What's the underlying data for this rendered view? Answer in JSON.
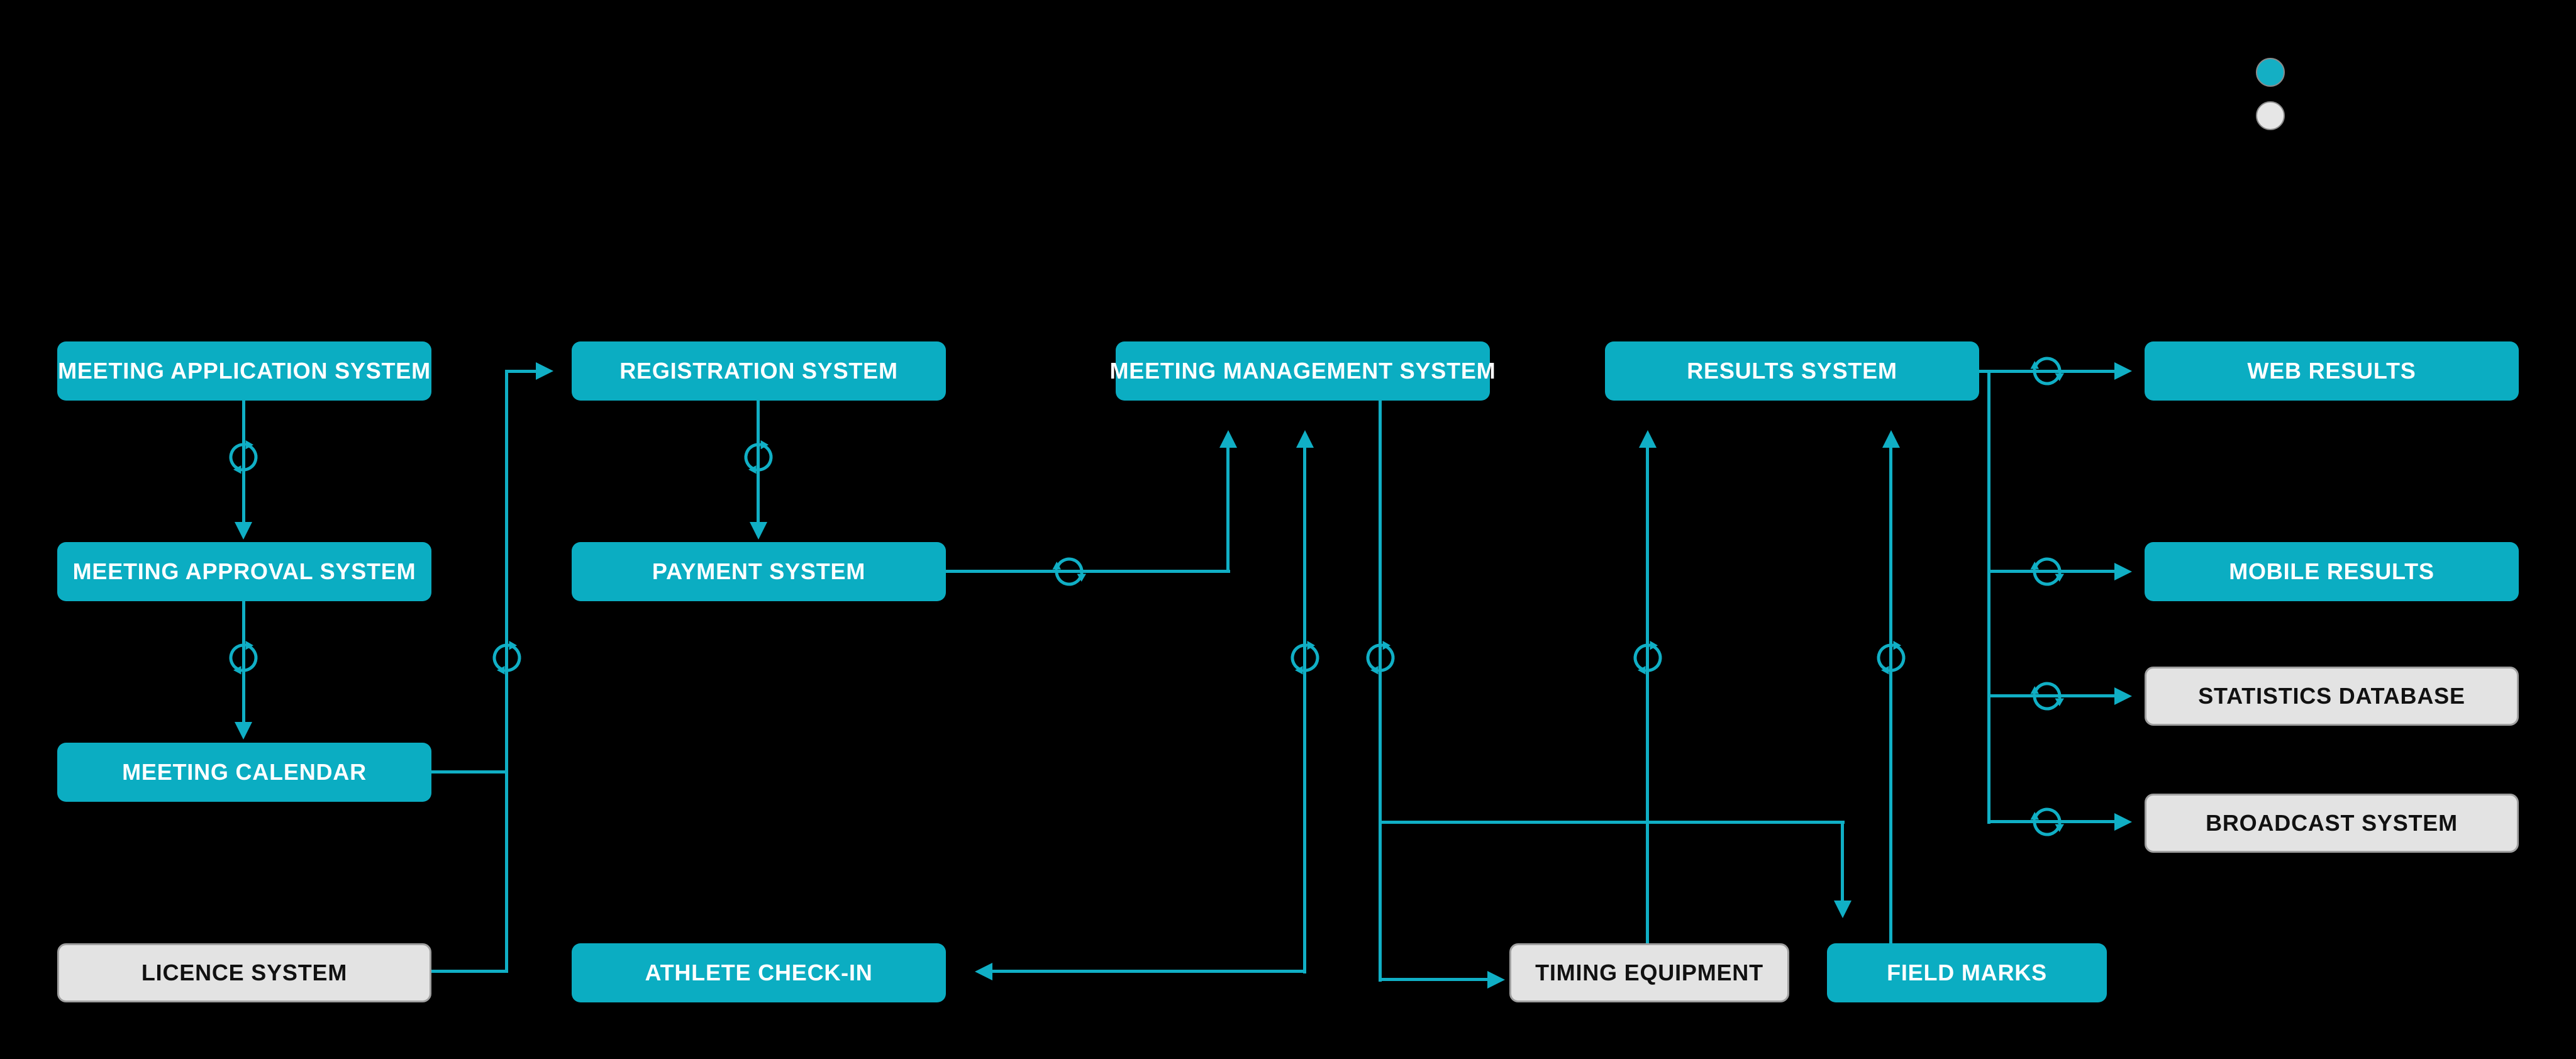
{
  "canvas": {
    "background": "#000000",
    "accent_color": "#10AFC5"
  },
  "legend": {
    "dots": [
      {
        "name": "teal-dot",
        "color": "#14AFC4"
      },
      {
        "name": "gray-dot",
        "color": "#E6E6E6"
      }
    ]
  },
  "nodes": [
    {
      "id": "meeting-application-system",
      "label": "MEETING APPLICATION SYSTEM",
      "style": "teal"
    },
    {
      "id": "registration-system",
      "label": "REGISTRATION SYSTEM",
      "style": "teal"
    },
    {
      "id": "meeting-management-system",
      "label": "MEETING MANAGEMENT SYSTEM",
      "style": "teal"
    },
    {
      "id": "results-system",
      "label": "RESULTS SYSTEM",
      "style": "teal"
    },
    {
      "id": "web-results",
      "label": "WEB RESULTS",
      "style": "teal"
    },
    {
      "id": "meeting-approval-system",
      "label": "MEETING APPROVAL SYSTEM",
      "style": "teal"
    },
    {
      "id": "payment-system",
      "label": "PAYMENT SYSTEM",
      "style": "teal"
    },
    {
      "id": "mobile-results",
      "label": "MOBILE RESULTS",
      "style": "teal"
    },
    {
      "id": "statistics-database",
      "label": "STATISTICS DATABASE",
      "style": "gray"
    },
    {
      "id": "meeting-calendar",
      "label": "MEETING CALENDAR",
      "style": "teal"
    },
    {
      "id": "broadcast-system",
      "label": "BROADCAST SYSTEM",
      "style": "gray"
    },
    {
      "id": "licence-system",
      "label": "LICENCE SYSTEM",
      "style": "gray"
    },
    {
      "id": "athlete-check-in",
      "label": "ATHLETE CHECK-IN",
      "style": "teal"
    },
    {
      "id": "timing-equipment",
      "label": "TIMING EQUIPMENT",
      "style": "gray"
    },
    {
      "id": "field-marks",
      "label": "FIELD MARKS",
      "style": "teal"
    }
  ],
  "connector_icon": "sync-icon"
}
